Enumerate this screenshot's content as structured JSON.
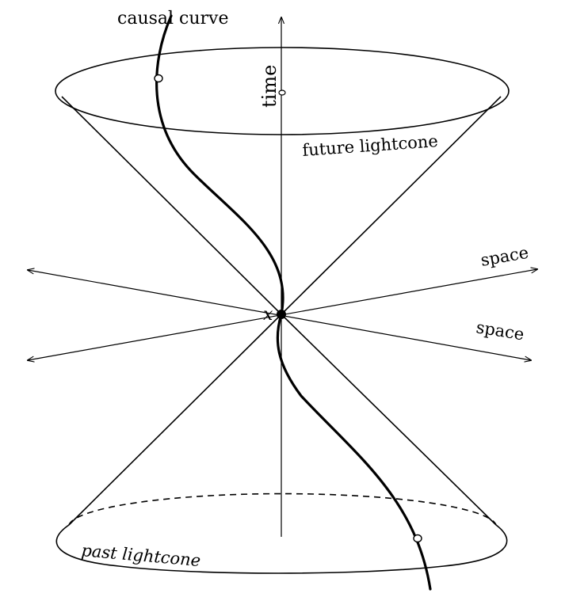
{
  "labels": {
    "causal_curve": "causal curve",
    "time": "time",
    "future_lightcone": "future lightcone",
    "space_upper": "space",
    "space_lower": "space",
    "event_point": "x",
    "past_lightcone": "past lightcone"
  },
  "colors": {
    "ink": "#000000",
    "background": "#ffffff"
  }
}
